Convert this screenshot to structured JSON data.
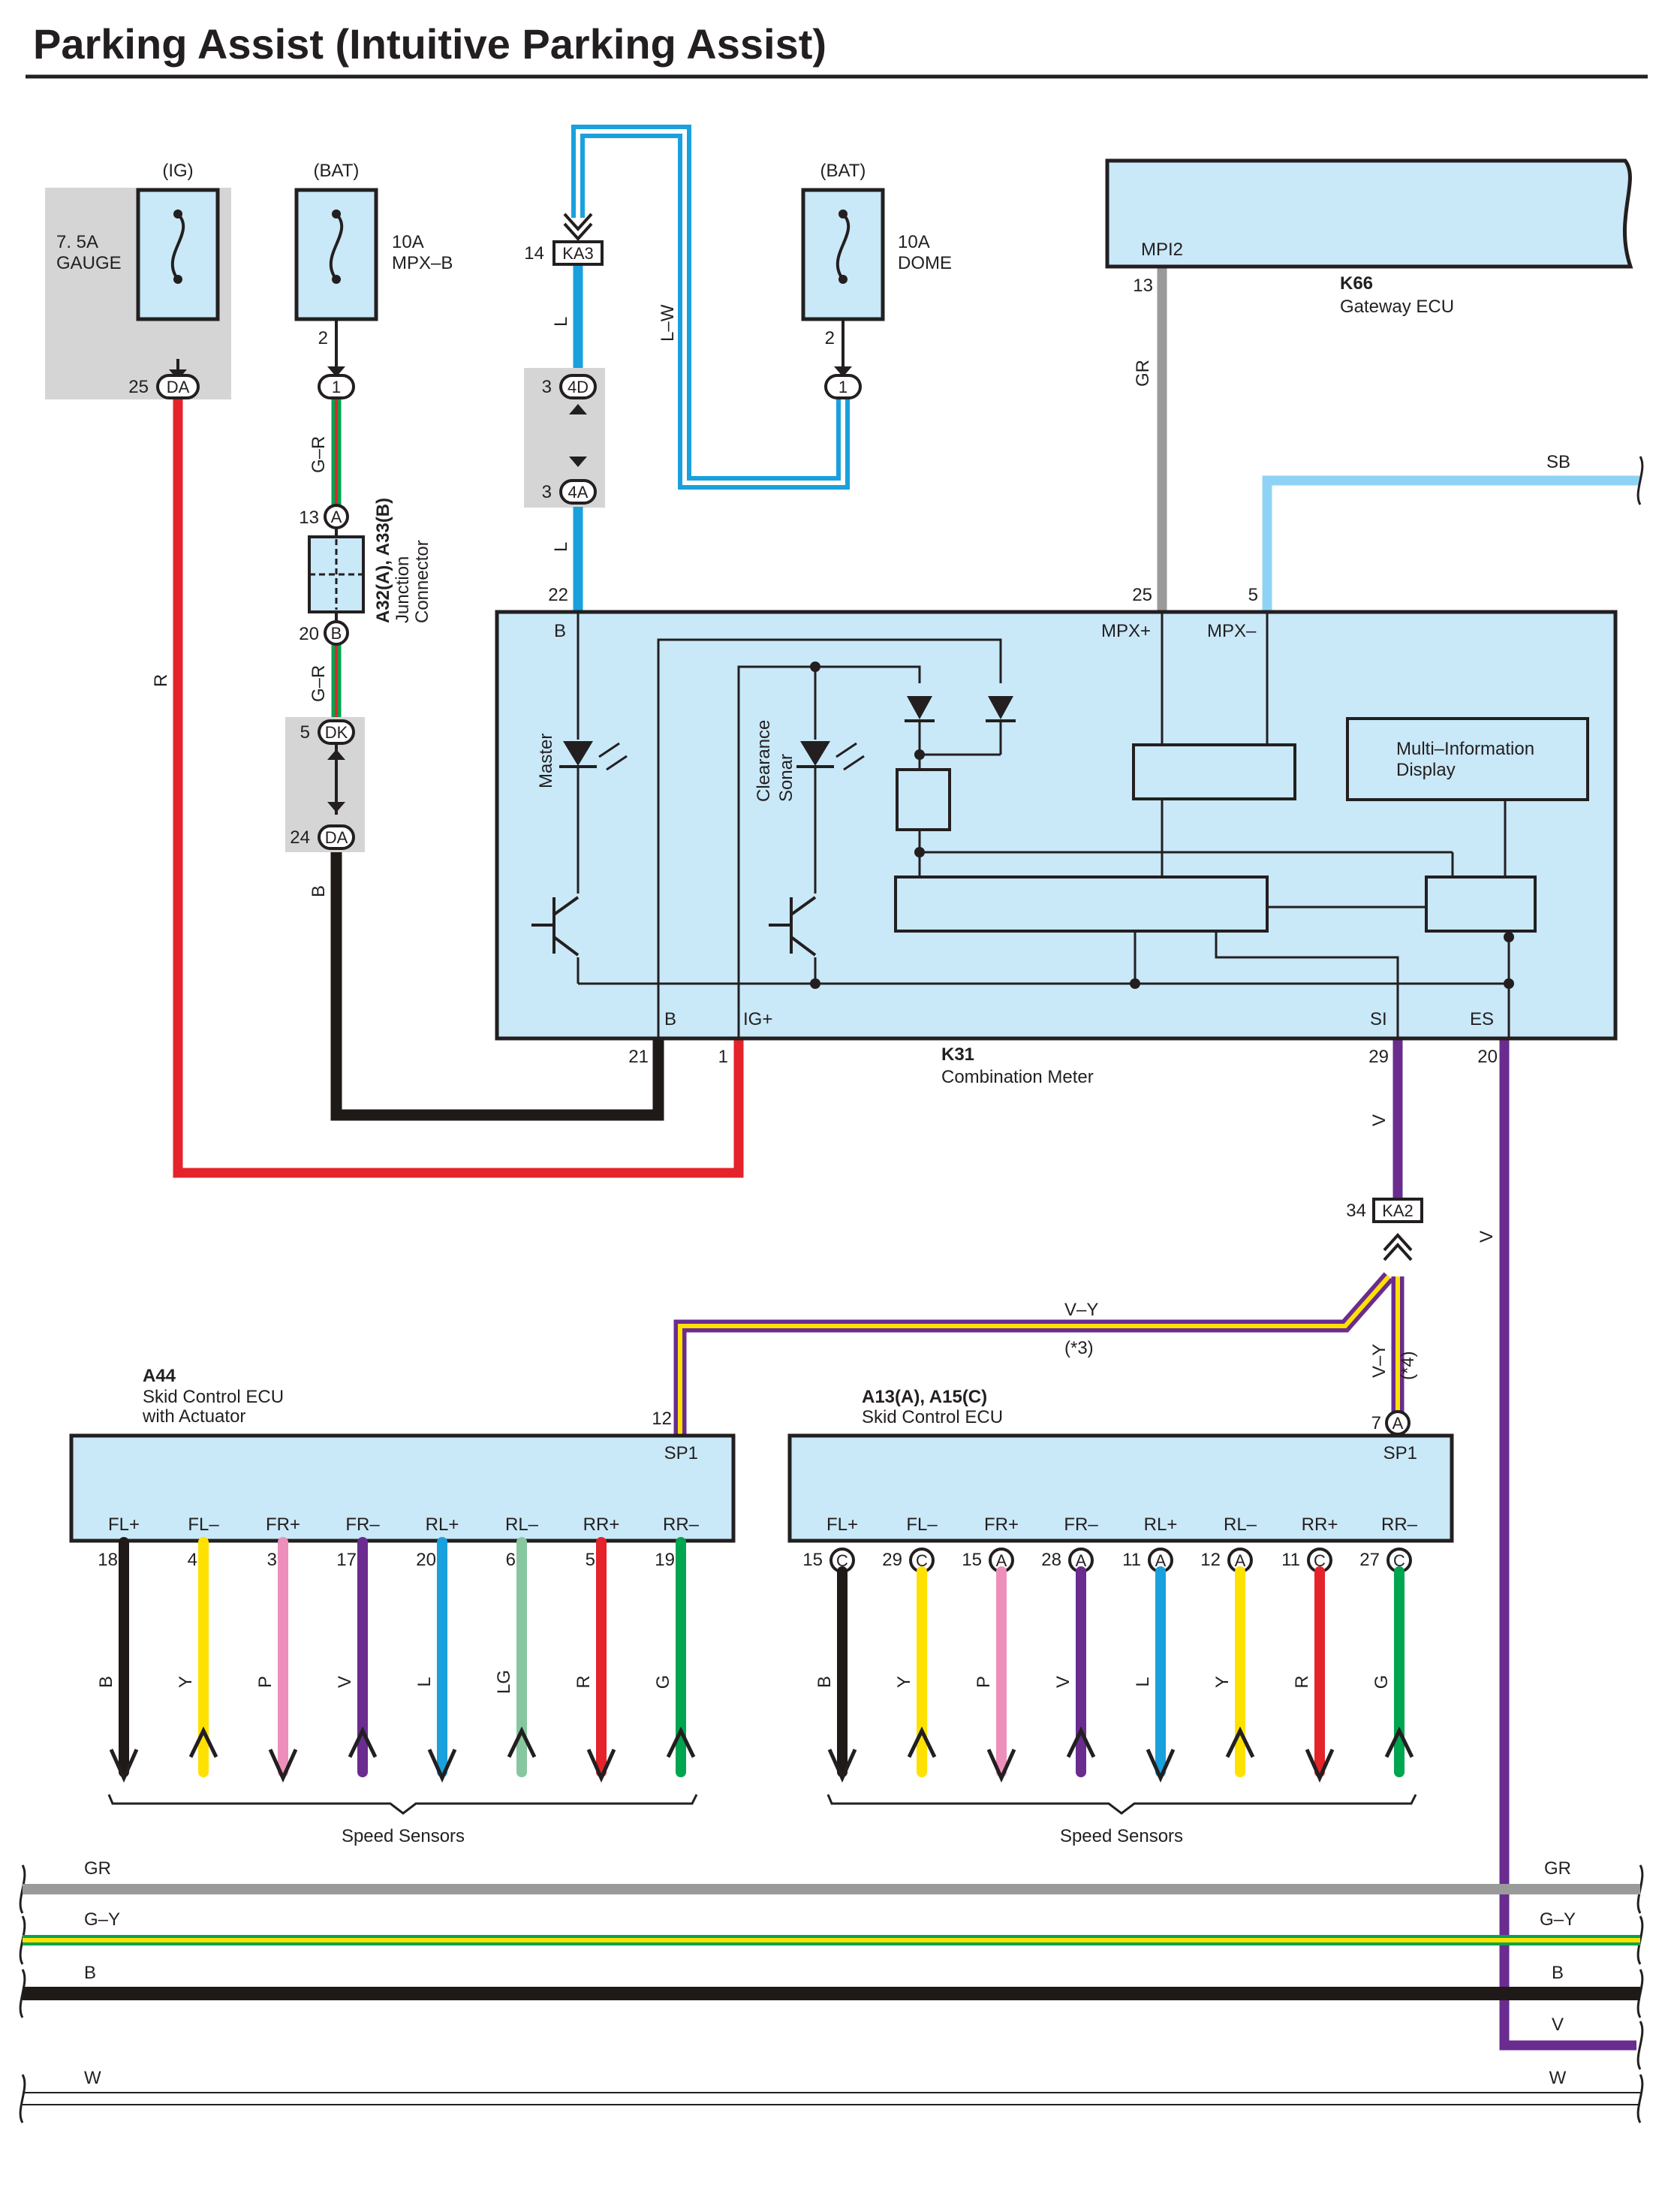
{
  "title": "Parking Assist (Intuitive Parking Assist)",
  "colors": {
    "box_fill": "#c9e8f8",
    "grey_box": "#d5d5d5",
    "red": "#e4232b",
    "black": "#1f1a17",
    "blue": "#1aa0dc",
    "light_blue": "#8fd3f4",
    "grey": "#9a9a9a",
    "violet": "#6a2c8f",
    "yellow": "#ffe100",
    "pink": "#ee8fbb",
    "light_green": "#86c79f",
    "green": "#00a54f"
  },
  "fuses": {
    "gauge": {
      "supply": "(IG)",
      "rating": "7. 5A",
      "name": "GAUGE",
      "connector": "DA",
      "pin": "25"
    },
    "mpxb": {
      "supply": "(BAT)",
      "rating": "10A",
      "name": "MPX–B",
      "pin": "2",
      "conn": "1"
    },
    "dome": {
      "supply": "(BAT)",
      "rating": "10A",
      "name": "DOME",
      "pin": "2",
      "conn": "1"
    }
  },
  "junction": {
    "title": "A32(A), A33(B)",
    "line2": "Junction",
    "line3": "Connector",
    "pin_a": "13",
    "conn_a": "A",
    "pin_b": "20",
    "conn_b": "B"
  },
  "inline_connectors": {
    "ka3": {
      "pin": "14",
      "name": "KA3"
    },
    "d4d": {
      "pin": "3",
      "name": "4D"
    },
    "d4a": {
      "pin": "3",
      "name": "4A"
    },
    "dk": {
      "pin": "5",
      "name": "DK"
    },
    "da": {
      "pin": "24",
      "name": "DA"
    },
    "ka2": {
      "pin": "34",
      "name": "KA2"
    }
  },
  "wire_labels": {
    "r": "R",
    "gr1": "G–R",
    "gr2": "G–R",
    "b": "B",
    "l1": "L",
    "l2": "L",
    "lw": "L–W",
    "gr": "GR",
    "sb": "SB",
    "v1": "V",
    "v2": "V",
    "vy1": "V–Y",
    "vy1_note": "(*3)",
    "vy2": "V–Y",
    "vy2_note": "(*4)"
  },
  "gateway": {
    "id": "K66",
    "name": "Gateway ECU",
    "terminal": "MPI2",
    "pin": "13"
  },
  "meter": {
    "id": "K31",
    "name": "Combination Meter",
    "t_b_top": "B",
    "t_mpx_plus": "MPX+",
    "t_mpx_minus": "MPX–",
    "t_b_bottom": "B",
    "t_ig": "IG+",
    "t_si": "SI",
    "t_es": "ES",
    "pin_22": "22",
    "pin_25": "25",
    "pin_5": "5",
    "pin_21": "21",
    "pin_1": "1",
    "pin_29": "29",
    "pin_20": "20",
    "master": "Master",
    "clearance_1": "Clearance",
    "clearance_2": "Sonar",
    "mid_1": "Multi–Information",
    "mid_2": "Display"
  },
  "ecu_a44": {
    "id": "A44",
    "name_1": "Skid Control ECU",
    "name_2": "with Actuator",
    "sp1": "SP1",
    "sp1_pin": "12",
    "terminals": [
      {
        "label": "FL+",
        "pin": "18",
        "wire": "B",
        "color": "#1f1a17",
        "dir": "down"
      },
      {
        "label": "FL–",
        "pin": "4",
        "wire": "Y",
        "color": "#ffe100",
        "dir": "up"
      },
      {
        "label": "FR+",
        "pin": "3",
        "wire": "P",
        "color": "#ee8fbb",
        "dir": "down"
      },
      {
        "label": "FR–",
        "pin": "17",
        "wire": "V",
        "color": "#6a2c8f",
        "dir": "up"
      },
      {
        "label": "RL+",
        "pin": "20",
        "wire": "L",
        "color": "#1aa0dc",
        "dir": "down"
      },
      {
        "label": "RL–",
        "pin": "6",
        "wire": "LG",
        "color": "#86c79f",
        "dir": "up"
      },
      {
        "label": "RR+",
        "pin": "5",
        "wire": "R",
        "color": "#e4232b",
        "dir": "down"
      },
      {
        "label": "RR–",
        "pin": "19",
        "wire": "G",
        "color": "#00a54f",
        "dir": "up"
      }
    ],
    "sensors": "Speed Sensors"
  },
  "ecu_a13": {
    "id": "A13(A), A15(C)",
    "name_1": "Skid Control ECU",
    "sp1": "SP1",
    "sp1_pin": "7",
    "sp1_conn": "A",
    "terminals": [
      {
        "label": "FL+",
        "pin": "15",
        "conn": "C",
        "wire": "B",
        "color": "#1f1a17",
        "dir": "down"
      },
      {
        "label": "FL–",
        "pin": "29",
        "conn": "C",
        "wire": "Y",
        "color": "#ffe100",
        "dir": "up"
      },
      {
        "label": "FR+",
        "pin": "15",
        "conn": "A",
        "wire": "P",
        "color": "#ee8fbb",
        "dir": "down"
      },
      {
        "label": "FR–",
        "pin": "28",
        "conn": "A",
        "wire": "V",
        "color": "#6a2c8f",
        "dir": "up"
      },
      {
        "label": "RL+",
        "pin": "11",
        "conn": "A",
        "wire": "L",
        "color": "#1aa0dc",
        "dir": "down"
      },
      {
        "label": "RL–",
        "pin": "12",
        "conn": "A",
        "wire": "Y",
        "color": "#ffe100",
        "dir": "up"
      },
      {
        "label": "RR+",
        "pin": "11",
        "conn": "C",
        "wire": "R",
        "color": "#e4232b",
        "dir": "down"
      },
      {
        "label": "RR–",
        "pin": "27",
        "conn": "C",
        "wire": "G",
        "color": "#00a54f",
        "dir": "up"
      }
    ],
    "sensors": "Speed Sensors"
  },
  "bus": [
    {
      "label": "GR",
      "color": "#9a9a9a",
      "stripe": ""
    },
    {
      "label": "G–Y",
      "color": "#00a54f",
      "stripe": "#ffe100"
    },
    {
      "label": "B",
      "color": "#1f1a17",
      "stripe": ""
    },
    {
      "label": "V",
      "color": "#6a2c8f",
      "stripe": ""
    },
    {
      "label": "W",
      "color": "#ffffff",
      "stripe": ""
    }
  ]
}
